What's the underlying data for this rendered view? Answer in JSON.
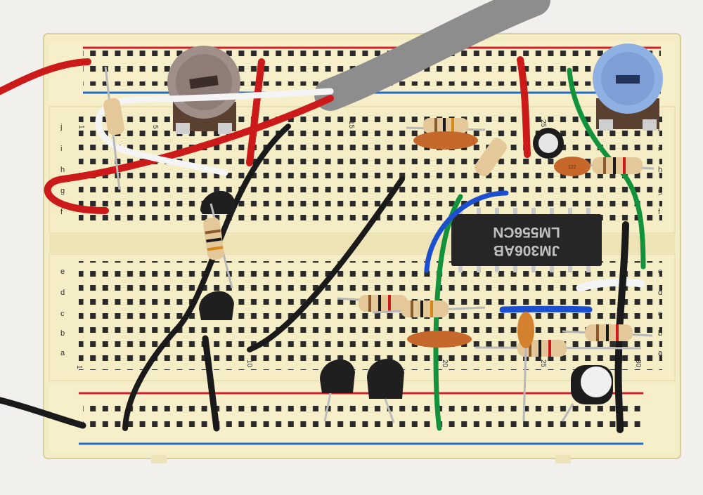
{
  "chip": {
    "line1": "LM556CN",
    "line2": "JM306AB"
  },
  "column_numbers": {
    "top": [
      "1",
      "5",
      "15",
      "25"
    ],
    "bottom": [
      "1",
      "10",
      "20",
      "25",
      "30"
    ]
  },
  "row_letters": {
    "top": [
      "j",
      "i",
      "h",
      "g",
      "f"
    ],
    "bottom": [
      "e",
      "d",
      "c",
      "b",
      "a"
    ]
  },
  "capacitor_marking": "122",
  "colors": {
    "board": "#f3ecc4",
    "rail_red": "#d0202a",
    "rail_blue": "#1f6cc6",
    "wire_red": "#cc1a1a",
    "wire_black": "#1a1a1a",
    "wire_green": "#13923c",
    "wire_blue": "#1c4fd0",
    "wire_white": "#f4f4f4",
    "cable_gray": "#8d8d8d",
    "pot_blue": "#8fb0e2",
    "pot_gray": "#a08f88"
  }
}
